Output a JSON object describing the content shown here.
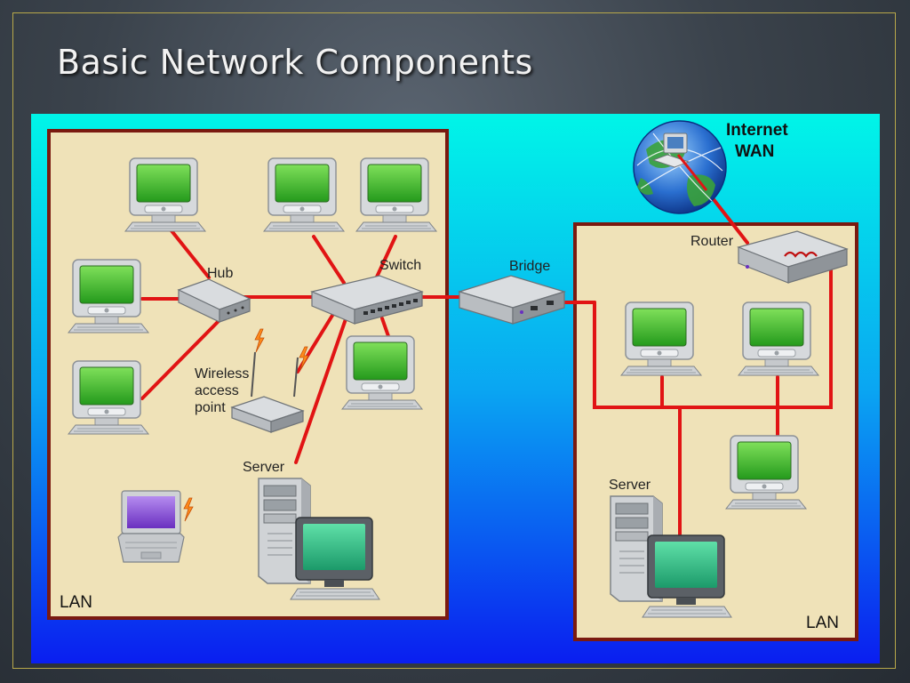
{
  "slide": {
    "title": "Basic Network Components"
  },
  "labels": {
    "hub": "Hub",
    "switch": "Switch",
    "bridge": "Bridge",
    "router": "Router",
    "internet_line1": "Internet",
    "internet_line2": "WAN",
    "wireless_line1": "Wireless",
    "wireless_line2": "access",
    "wireless_line3": "point",
    "server_left": "Server",
    "server_right": "Server",
    "lan_left": "LAN",
    "lan_right": "LAN"
  },
  "colors": {
    "background_top": "#00f5e8",
    "background_bottom": "#0a1ef0",
    "lan_panel": "#efe2b8",
    "lan_border": "#7a1a10",
    "cable": "#e11414",
    "screen": "#3fbf2a",
    "laptop_screen": "#8a4fd6"
  },
  "icons": [
    "computer-icon",
    "laptop-icon",
    "hub-icon",
    "switch-icon",
    "bridge-icon",
    "router-icon",
    "wireless-ap-icon",
    "server-icon",
    "globe-icon",
    "wireless-signal-icon"
  ]
}
